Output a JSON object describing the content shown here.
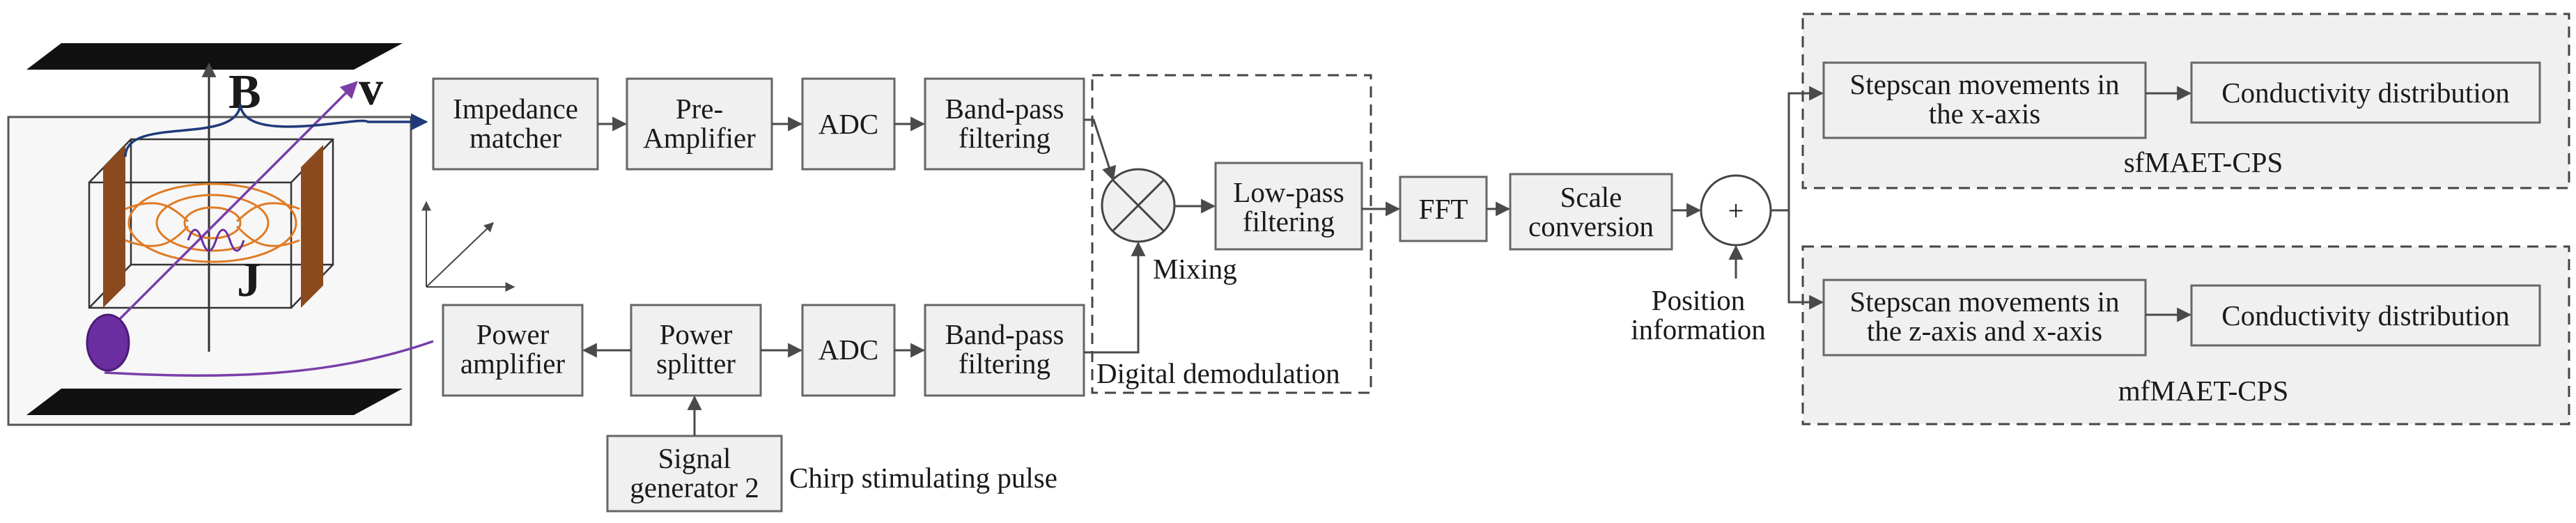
{
  "colors": {
    "box_fill": "#f0f0f0",
    "box_stroke": "#666666",
    "arrow": "#4a4a4a",
    "electrode": "#8b4a1e",
    "field_lines": "#e07b24",
    "velocity": "#7a3ea8",
    "coil": "#6b2ea0",
    "wire_blue": "#1f3a7a",
    "magnet": "#111111"
  },
  "setup": {
    "symbol_B": "B",
    "symbol_v": "v",
    "symbol_J": "J"
  },
  "blocks": {
    "impedance_matcher": [
      "Impedance",
      "matcher"
    ],
    "pre_amplifier": [
      "Pre-",
      "Amplifier"
    ],
    "adc_top": [
      "ADC"
    ],
    "bandpass_top": [
      "Band-pass",
      "filtering"
    ],
    "lowpass": [
      "Low-pass",
      "filtering"
    ],
    "fft": [
      "FFT"
    ],
    "scale_conversion": [
      "Scale",
      "conversion"
    ],
    "power_amplifier": [
      "Power",
      "amplifier"
    ],
    "power_splitter": [
      "Power",
      "splitter"
    ],
    "adc_bottom": [
      "ADC"
    ],
    "bandpass_bottom": [
      "Band-pass",
      "filtering"
    ],
    "signal_generator": [
      "Signal",
      "generator 2"
    ],
    "sf_stepscan": [
      "Stepscan movements in",
      "the x-axis"
    ],
    "sf_conductivity": [
      "Conductivity distribution"
    ],
    "mf_stepscan": [
      "Stepscan movements in",
      "the z-axis and x-axis"
    ],
    "mf_conductivity": [
      "Conductivity distribution"
    ]
  },
  "labels": {
    "mixing": "Mixing",
    "digital_demodulation": "Digital demodulation",
    "chirp_pulse": "Chirp stimulating pulse",
    "position_line1": "Position",
    "position_line2": "information",
    "sum_symbol": "+",
    "sf_group": "sfMAET-CPS",
    "mf_group": "mfMAET-CPS"
  }
}
